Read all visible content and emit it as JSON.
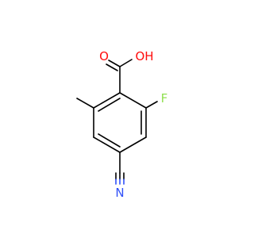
{
  "molecule": {
    "atoms": [
      {
        "id": "o-carbonyl",
        "label": "O",
        "color": "#ff0d0d"
      },
      {
        "id": "oh",
        "label": "OH",
        "color": "#ff0d0d"
      },
      {
        "id": "fluorine",
        "label": "F",
        "color": "#90e050"
      },
      {
        "id": "nitrile-n",
        "label": "N",
        "color": "#3050f8"
      }
    ]
  }
}
